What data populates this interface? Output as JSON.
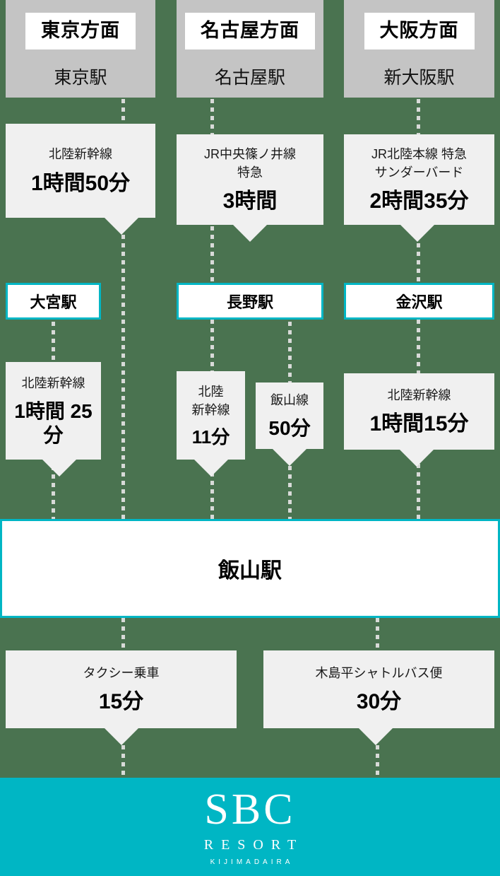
{
  "theme": {
    "background": "#4a7350",
    "accent_teal": "#00b6c4",
    "header_grey": "#c4c4c4",
    "callout_grey": "#f0f0f0",
    "dash_grey": "#d8dad8"
  },
  "origins": [
    {
      "tag": "東京方面",
      "station": "東京駅"
    },
    {
      "tag": "名古屋方面",
      "station": "名古屋駅"
    },
    {
      "tag": "大阪方面",
      "station": "新大阪駅"
    }
  ],
  "legs_row1": [
    {
      "line": "北陸新幹線",
      "duration": "1時間50分"
    },
    {
      "line": "JR中央篠ノ井線\n特急",
      "duration": "3時間"
    },
    {
      "line": "JR北陸本線 特急\nサンダーバード",
      "duration": "2時間35分"
    }
  ],
  "stations_row1": [
    {
      "name": "大宮駅"
    },
    {
      "name": "長野駅"
    },
    {
      "name": "金沢駅"
    }
  ],
  "legs_row2": [
    {
      "line": "北陸新幹線",
      "duration": "1時間\n25分"
    },
    {
      "line": "北陸\n新幹線",
      "duration": "11分"
    },
    {
      "line": "飯山線",
      "duration": "50分"
    },
    {
      "line": "北陸新幹線",
      "duration": "1時間15分"
    }
  ],
  "hub_station": {
    "name": "飯山駅"
  },
  "legs_row3": [
    {
      "line": "タクシー乗車",
      "duration": "15分"
    },
    {
      "line": "木島平シャトルバス便",
      "duration": "30分"
    }
  ],
  "footer": {
    "logo_main": "SBC",
    "logo_sub": "RESORT",
    "logo_sub2": "KIJIMADAIRA"
  }
}
